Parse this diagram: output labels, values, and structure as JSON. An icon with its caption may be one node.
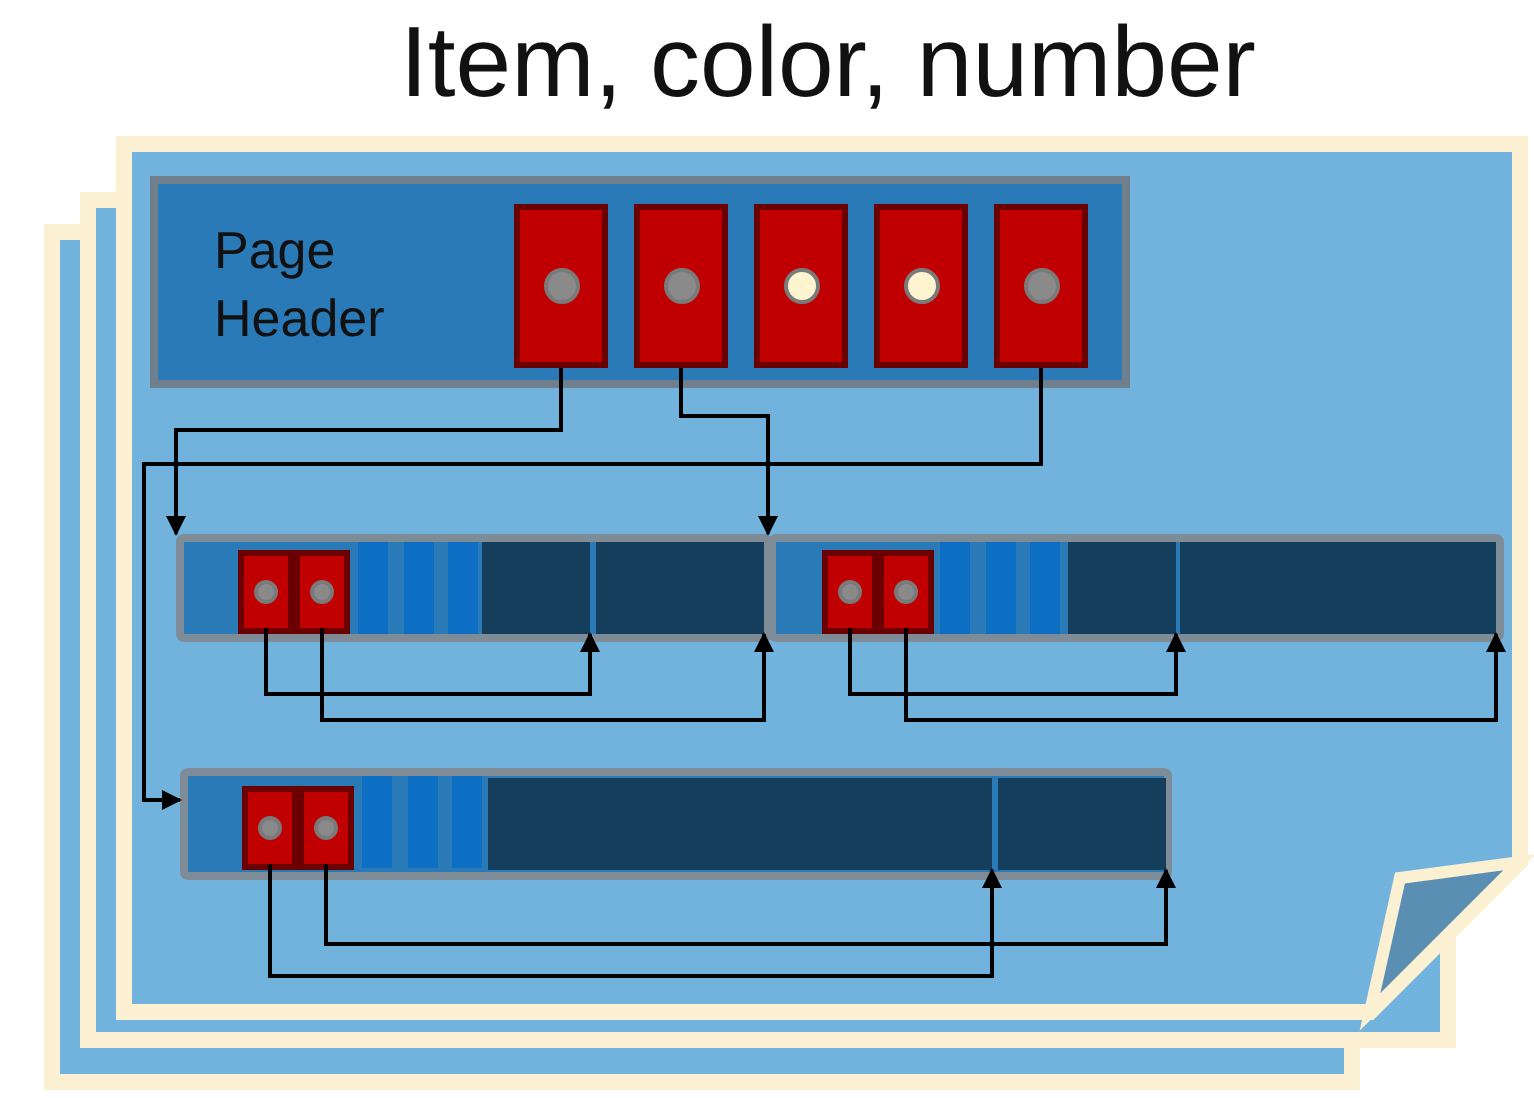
{
  "diagram": {
    "title": "Item, color, number",
    "nodes": [
      {
        "text": [
          "Page Header"
        ]
      },
      {
        "text": [],
        "shape": "box",
        "in": 0
      },
      {
        "text": [],
        "shape": "box",
        "in": 0
      },
      {
        "text": [],
        "shape": "box",
        "in": 0
      },
      {
        "text": [],
        "shape": "box",
        "in": 0
      },
      {
        "text": [],
        "shape": "box",
        "in": 0
      },
      {
        "text": [],
        "shape": "bar"
      },
      {
        "text": [],
        "shape": "box",
        "in": 6
      },
      {
        "text": [],
        "shape": "box",
        "in": 6
      },
      {
        "text": [],
        "shape": "box",
        "in": 6
      },
      {
        "text": [],
        "shape": "box",
        "in": 6
      },
      {
        "text": [],
        "shape": "bar"
      },
      {
        "text": [],
        "shape": "box",
        "in": 11
      },
      {
        "text": [],
        "shape": "box",
        "in": 11
      },
      {
        "text": [],
        "shape": "box",
        "in": 11
      },
      {
        "text": [],
        "shape": "box",
        "in": 11
      },
      {
        "text": [],
        "shape": "bar"
      },
      {
        "text": [],
        "shape": "box",
        "in": 16
      },
      {
        "text": [],
        "shape": "box",
        "in": 16
      },
      {
        "text": [],
        "shape": "box",
        "in": 16
      },
      {
        "text": [],
        "shape": "box",
        "in": 16
      }
    ],
    "edges": [
      {
        "from": 1,
        "to": 6,
        "arrow": "to"
      },
      {
        "from": 2,
        "to": 11,
        "arrow": "to"
      },
      {
        "from": 5,
        "to": 16,
        "arrow": "to"
      },
      {
        "from": 7,
        "to": 9,
        "arrow": "to"
      },
      {
        "from": 8,
        "to": 10,
        "arrow": "to"
      },
      {
        "from": 12,
        "to": 14,
        "arrow": "to"
      },
      {
        "from": 13,
        "to": 15,
        "arrow": "to"
      },
      {
        "from": 17,
        "to": 19,
        "arrow": "to"
      },
      {
        "from": 18,
        "to": 20,
        "arrow": "to"
      }
    ]
  }
}
